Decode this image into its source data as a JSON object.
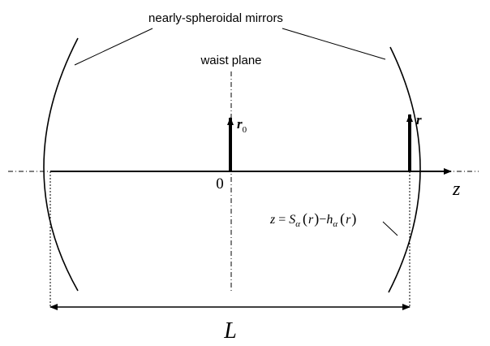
{
  "labels": {
    "mirrors": "nearly-spheroidal mirrors",
    "waist_plane": "waist plane",
    "origin": "0",
    "z_axis": "z",
    "length": "L",
    "r0_main": "r",
    "r0_sub": "0",
    "r_main": "r",
    "surface_eq": {
      "lhs": "z",
      "eq": "=",
      "S": "S",
      "S_sub": "α",
      "open1": "(",
      "arg1": "r",
      "close1": ")",
      "minus": "−",
      "h": "h",
      "h_sub": "α",
      "open2": "(",
      "arg2": "r",
      "close2": ")"
    }
  }
}
